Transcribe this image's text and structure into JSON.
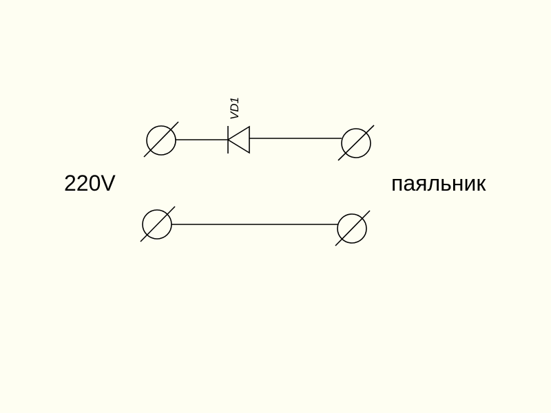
{
  "labels": {
    "source": "220V",
    "load": "паяльник",
    "diode": "VD1"
  },
  "colors": {
    "background": "#fefef2",
    "ink": "#000000"
  }
}
